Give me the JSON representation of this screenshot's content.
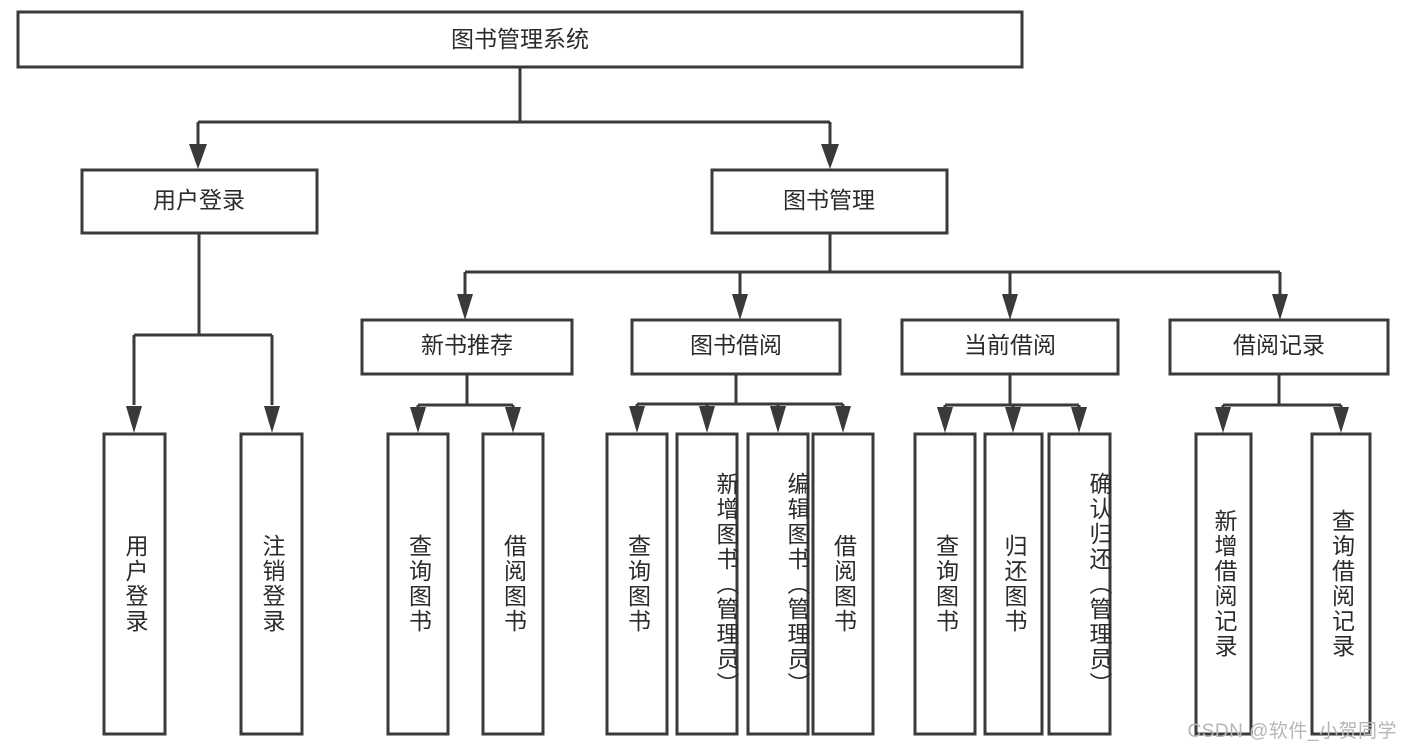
{
  "diagram": {
    "type": "tree",
    "title": "图书管理系统",
    "watermark": "CSDN @软件_小贺同学",
    "style": {
      "background": "#ffffff",
      "box_fill": "#ffffff",
      "box_stroke": "#3a3a3a",
      "text_color": "#2b2b2b",
      "watermark_color": "#b6b6b6"
    },
    "nodes": {
      "root": {
        "id": "root",
        "label": "图书管理系统",
        "level": 0
      },
      "level2": [
        {
          "id": "user-login",
          "label": "用户登录",
          "level": 1
        },
        {
          "id": "book-manage",
          "label": "图书管理",
          "level": 1
        }
      ],
      "level3": [
        {
          "id": "new-book-rec",
          "label": "新书推荐",
          "level": 2,
          "parent": "book-manage"
        },
        {
          "id": "book-borrow",
          "label": "图书借阅",
          "level": 2,
          "parent": "book-manage"
        },
        {
          "id": "current-borrow",
          "label": "当前借阅",
          "level": 2,
          "parent": "book-manage"
        },
        {
          "id": "borrow-record",
          "label": "借阅记录",
          "level": 2,
          "parent": "book-manage"
        }
      ],
      "leaves": [
        {
          "id": "leaf-user-login",
          "label": "用户登录",
          "parent": "user-login"
        },
        {
          "id": "leaf-user-logout",
          "label": "注销登录",
          "parent": "user-login"
        },
        {
          "id": "leaf-query-book-1",
          "label": "查询图书",
          "parent": "new-book-rec"
        },
        {
          "id": "leaf-borrow-book-1",
          "label": "借阅图书",
          "parent": "new-book-rec"
        },
        {
          "id": "leaf-query-book-2",
          "label": "查询图书",
          "parent": "book-borrow"
        },
        {
          "id": "leaf-add-book",
          "label": "新增图书（管理员）",
          "parent": "book-borrow"
        },
        {
          "id": "leaf-edit-book",
          "label": "编辑图书（管理员）",
          "parent": "book-borrow"
        },
        {
          "id": "leaf-borrow-book-2",
          "label": "借阅图书",
          "parent": "book-borrow"
        },
        {
          "id": "leaf-query-book-3",
          "label": "查询图书",
          "parent": "current-borrow"
        },
        {
          "id": "leaf-return-book",
          "label": "归还图书",
          "parent": "current-borrow"
        },
        {
          "id": "leaf-confirm-return",
          "label": "确认归还（管理员）",
          "parent": "current-borrow"
        },
        {
          "id": "leaf-add-record",
          "label": "新增借阅记录",
          "parent": "borrow-record"
        },
        {
          "id": "leaf-query-record",
          "label": "查询借阅记录",
          "parent": "borrow-record"
        }
      ]
    }
  }
}
